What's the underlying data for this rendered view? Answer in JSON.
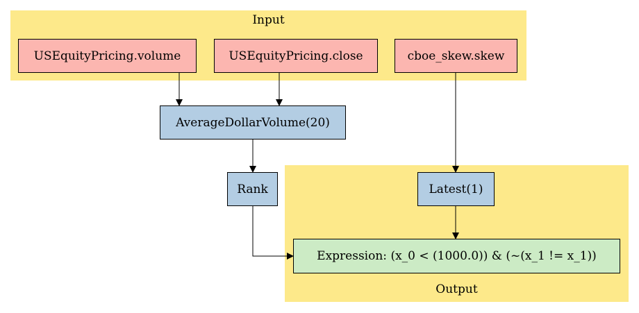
{
  "clusters": {
    "input": {
      "label": "Input"
    },
    "output": {
      "label": "Output"
    }
  },
  "nodes": {
    "volume": "USEquityPricing.volume",
    "close": "USEquityPricing.close",
    "skew": "cboe_skew.skew",
    "adv": "AverageDollarVolume(20)",
    "rank": "Rank",
    "latest": "Latest(1)",
    "expression": "Expression: (x_0 < (1000.0)) & (~(x_1 != x_1))"
  },
  "edges": [
    {
      "from": "USEquityPricing.volume",
      "to": "AverageDollarVolume(20)"
    },
    {
      "from": "USEquityPricing.close",
      "to": "AverageDollarVolume(20)"
    },
    {
      "from": "cboe_skew.skew",
      "to": "Latest(1)"
    },
    {
      "from": "AverageDollarVolume(20)",
      "to": "Rank"
    },
    {
      "from": "Rank",
      "to": "Expression: (x_0 < (1000.0)) & (~(x_1 != x_1))"
    },
    {
      "from": "Latest(1)",
      "to": "Expression: (x_0 < (1000.0)) & (~(x_1 != x_1))"
    }
  ],
  "colors": {
    "cluster_fill": "#fde98a",
    "input_node_fill": "#fcb6b0",
    "compute_node_fill": "#b3cde3",
    "output_node_fill": "#ccebc5",
    "edge_color": "#000000"
  }
}
